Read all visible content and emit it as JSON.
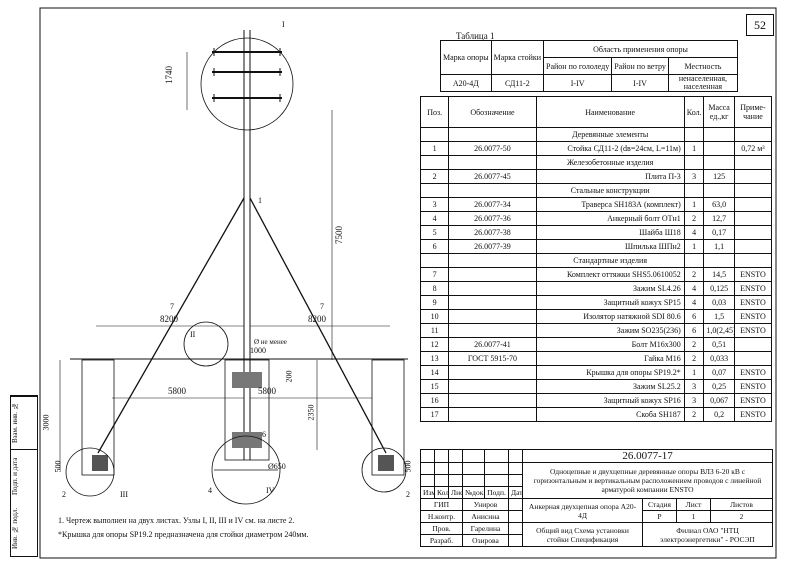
{
  "sheet_number": "52",
  "table1": {
    "title": "Таблица 1",
    "headers": {
      "support_mark": "Марка опоры",
      "pole_mark": "Марка стойки",
      "application_area": "Область применения опоры",
      "ice_area": "Район по гололеду",
      "wind_area": "Район по ветру",
      "terrain": "Местность"
    },
    "row": {
      "support_mark": "А20-4Д",
      "pole_mark": "СД11-2",
      "ice_area": "I-IV",
      "wind_area": "I-IV",
      "terrain": "ненаселенная, населенная"
    }
  },
  "spec": {
    "headers": {
      "pos": "Поз.",
      "designation": "Обозначение",
      "name": "Наименование",
      "qty": "Кол.",
      "mass": "Масса ед.,кг",
      "note": "Приме- чание"
    },
    "sections": {
      "wood": "Деревянные элементы",
      "concrete": "Железобетонные изделия",
      "steel": "Стальные конструкции",
      "standard": "Стандартные изделия"
    },
    "rows": [
      {
        "pos": "1",
        "designation": "26.0077-50",
        "name": "Стойка СД11-2 (dв=24см, L=11м)",
        "qty": "1",
        "mass": "",
        "note": "0,72 м³"
      },
      {
        "pos": "2",
        "designation": "26.0077-45",
        "name": "Плита П-3",
        "qty": "3",
        "mass": "125",
        "note": ""
      },
      {
        "pos": "3",
        "designation": "26.0077-34",
        "name": "Траверса SH183А (комплект)",
        "qty": "1",
        "mass": "63,0",
        "note": ""
      },
      {
        "pos": "4",
        "designation": "26.0077-36",
        "name": "Анкерный болт ОТн1",
        "qty": "2",
        "mass": "12,7",
        "note": ""
      },
      {
        "pos": "5",
        "designation": "26.0077-38",
        "name": "Шайба Ш18",
        "qty": "4",
        "mass": "0,17",
        "note": ""
      },
      {
        "pos": "6",
        "designation": "26.0077-39",
        "name": "Шпилька ШПн2",
        "qty": "1",
        "mass": "1,1",
        "note": ""
      },
      {
        "pos": "7",
        "designation": "",
        "name": "Комплект оттяжки SHS5.0610052",
        "qty": "2",
        "mass": "14,5",
        "note": "ENSTO"
      },
      {
        "pos": "8",
        "designation": "",
        "name": "Зажим SL4.26",
        "qty": "4",
        "mass": "0,125",
        "note": "ENSTO"
      },
      {
        "pos": "9",
        "designation": "",
        "name": "Защитный кожух SP15",
        "qty": "4",
        "mass": "0,03",
        "note": "ENSTO"
      },
      {
        "pos": "10",
        "designation": "",
        "name": "Изолятор натяжной SDI 80.6",
        "qty": "6",
        "mass": "1,5",
        "note": "ENSTO"
      },
      {
        "pos": "11",
        "designation": "",
        "name": "Зажим SO235(236)",
        "qty": "6",
        "mass": "1,0(2,45)",
        "note": "ENSTO"
      },
      {
        "pos": "12",
        "designation": "26.0077-41",
        "name": "Болт М16х300",
        "qty": "2",
        "mass": "0,51",
        "note": ""
      },
      {
        "pos": "13",
        "designation": "ГОСТ 5915-70",
        "name": "Гайка М16",
        "qty": "2",
        "mass": "0,033",
        "note": ""
      },
      {
        "pos": "14",
        "designation": "",
        "name": "Крышка для опоры SP19.2*",
        "qty": "1",
        "mass": "0,07",
        "note": "ENSTO"
      },
      {
        "pos": "15",
        "designation": "",
        "name": "Зажим SL25.2",
        "qty": "3",
        "mass": "0,25",
        "note": "ENSTO"
      },
      {
        "pos": "16",
        "designation": "",
        "name": "Защитный кожух SP16",
        "qty": "3",
        "mass": "0,067",
        "note": "ENSTO"
      },
      {
        "pos": "17",
        "designation": "",
        "name": "Скоба SH187",
        "qty": "2",
        "mass": "0,2",
        "note": "ENSTO"
      }
    ]
  },
  "title_block": {
    "code": "26.0077-17",
    "project": "Одноцепные и двухцепные деревянные опоры ВЛЗ 6-20 кВ с горизонтальным и вертикальным расположением проводов с линейной арматурой компании ENSTO",
    "cols": {
      "izm": "Изм.",
      "kol": "Кол.уч",
      "list": "Лист",
      "doc": "№док.",
      "sign": "Подп.",
      "date": "Дата"
    },
    "roles": [
      {
        "role": "ГИП",
        "name": "Униров"
      },
      {
        "role": "Н.контр.",
        "name": "Анисина"
      },
      {
        "role": "Пров.",
        "name": "Гарелина"
      },
      {
        "role": "Разраб.",
        "name": "Озирова"
      }
    ],
    "element": "Анкерная двухцепная опора А20-4Д",
    "stage_hdr": "Стадия",
    "sheet_hdr": "Лист",
    "sheets_hdr": "Листов",
    "stage": "Р",
    "sheet": "1",
    "sheets": "2",
    "drawing_title": "Общий вид Схема установки стойки Спецификация",
    "org": "Филиал ОАО \"НТЦ электроэнергетики\" - РОСЭП"
  },
  "notes": [
    "1. Чертеж выполнен на двух листах. Узлы I, II, III и IV см. на листе 2.",
    "*Крышка для опоры SP19.2 предназначена для стойки диаметром 240мм."
  ],
  "drawing": {
    "dimensions": [
      "1740",
      "7500",
      "8200",
      "8200",
      "1000",
      "5800",
      "5800",
      "200",
      "2350",
      "3000",
      "500",
      "500",
      "Ø650"
    ],
    "callouts": [
      "1",
      "2",
      "2",
      "4",
      "6",
      "7",
      "7",
      "I",
      "II",
      "III",
      "IV"
    ],
    "tank_note": "Ø не менее"
  },
  "side_stamp": [
    "Инв. № подл.",
    "Подп. и дата",
    "Взам. инв. №"
  ]
}
